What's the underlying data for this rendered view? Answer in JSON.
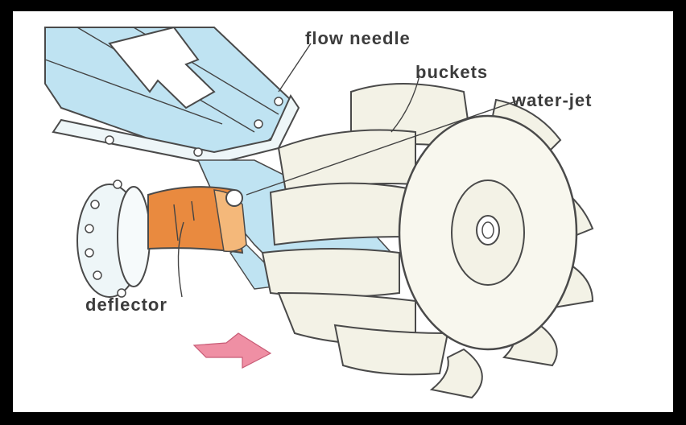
{
  "labels": {
    "flow_needle": "flow needle",
    "buckets": "buckets",
    "water_jet": "water-jet",
    "deflector": "deflector"
  },
  "colors": {
    "frame": "#000000",
    "background": "#ffffff",
    "water": "#bfe3f2",
    "deflector": "#e98a3f",
    "deflector_light": "#f4b87a",
    "runner": "#f3f2e6",
    "outline": "#4a4a4a",
    "exit_arrow": "#ef8fa4"
  },
  "icons": {
    "exit_arrow": "down-left-arrow-icon"
  }
}
